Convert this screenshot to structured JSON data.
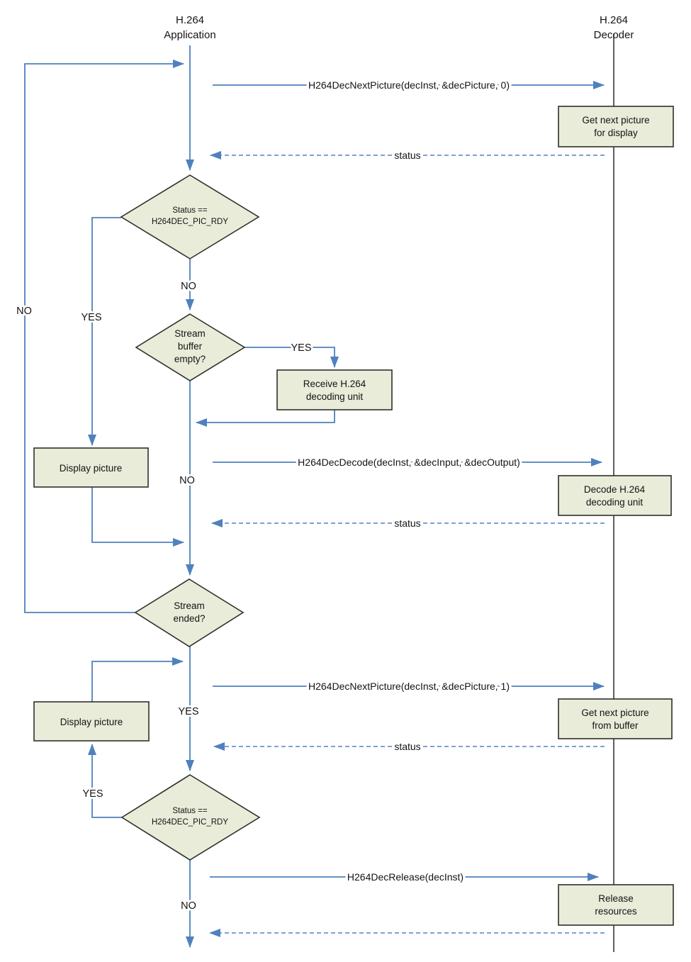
{
  "colors": {
    "flow_line": "#4f81bd",
    "status_line": "#5580c6",
    "node_fill": "#e8ecd9",
    "node_border": "#30302a",
    "decoder_lifeline": "#4d4d4d",
    "text": "#141414"
  },
  "lifelines": {
    "application": {
      "line1": "H.264",
      "line2": "Application"
    },
    "decoder": {
      "line1": "H.264",
      "line2": "Decoder"
    }
  },
  "messages": {
    "next_picture_0": "H264DecNextPicture(decInst, &decPicture, 0)",
    "status_1": "status",
    "decode": "H264DecDecode(decInst, &decInput, &decOutput)",
    "status_2": "status",
    "next_picture_1": "H264DecNextPicture(decInst, &decPicture, 1)",
    "status_3": "status",
    "release": "H264DecRelease(decInst)"
  },
  "decisions": {
    "pic_rdy_top": {
      "line1": "Status ==",
      "line2": "H264DEC_PIC_RDY"
    },
    "buffer_empty": {
      "line1": "Stream",
      "line2": "buffer",
      "line3": "empty?"
    },
    "stream_ended": {
      "line1": "Stream",
      "line2": "ended?"
    },
    "pic_rdy_bottom": {
      "line1": "Status ==",
      "line2": "H264DEC_PIC_RDY"
    }
  },
  "processes": {
    "get_next_for_display": {
      "line1": "Get next picture",
      "line2": "for display"
    },
    "receive_unit": {
      "line1": "Receive H.264",
      "line2": "decoding unit"
    },
    "display_picture_top": {
      "line1": "Display picture"
    },
    "decode_unit": {
      "line1": "Decode H.264",
      "line2": "decoding unit"
    },
    "get_next_from_buffer": {
      "line1": "Get next picture",
      "line2": "from buffer"
    },
    "display_picture_bottom": {
      "line1": "Display picture"
    },
    "release_resources": {
      "line1": "Release",
      "line2": "resources"
    }
  },
  "branch_labels": {
    "outer_no": "NO",
    "yes_pic_rdy_top": "YES",
    "no_pic_rdy_top": "NO",
    "yes_buffer_empty": "YES",
    "no_buffer_empty": "NO",
    "yes_stream_ended": "YES",
    "yes_pic_rdy_bottom": "YES",
    "no_pic_rdy_bottom": "NO"
  }
}
